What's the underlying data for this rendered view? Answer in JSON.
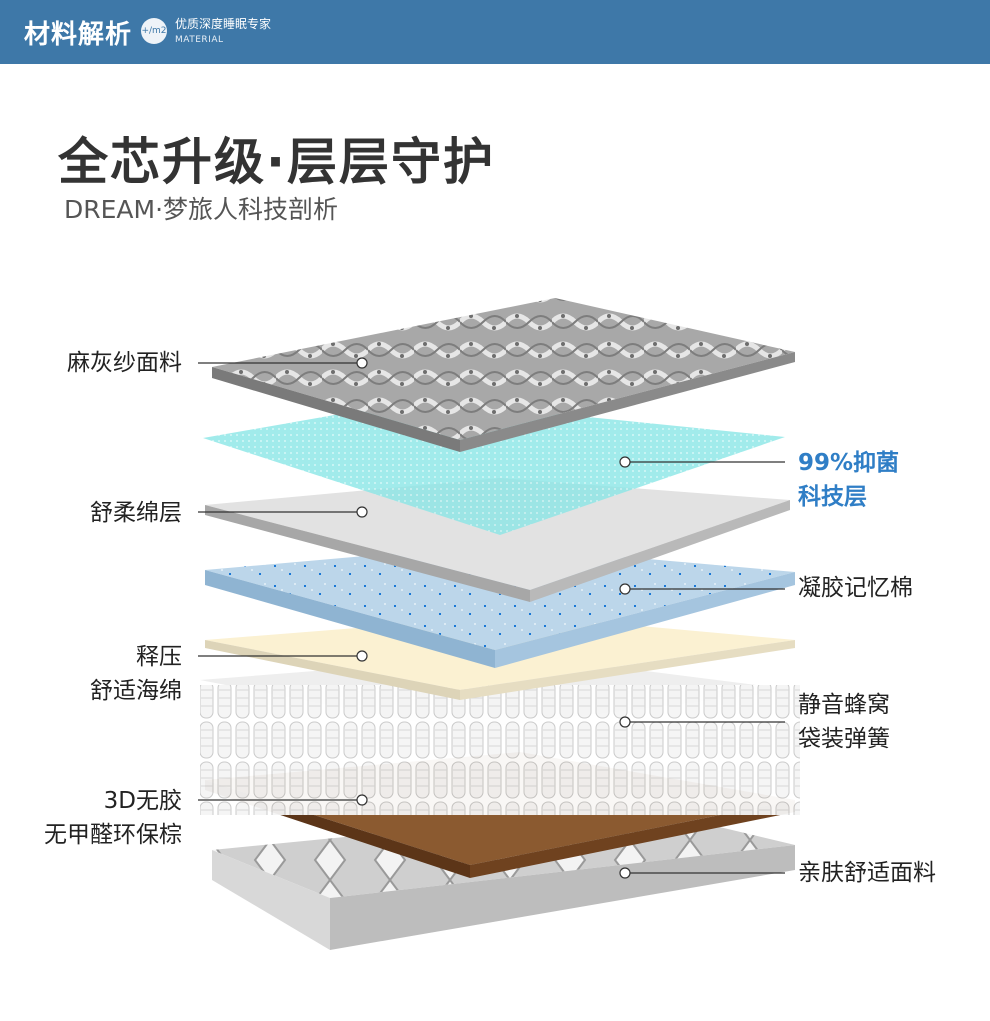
{
  "header": {
    "brand": "材料解析",
    "badge": "+/m2",
    "tagline": "优质深度睡眠专家",
    "tagline_en": "MATERIAL"
  },
  "headline": "全芯升级·层层守护",
  "subheadline": "DREAM·梦旅人科技剖析",
  "layers": [
    {
      "label_line1": "麻灰纱面料",
      "label_line2": ""
    },
    {
      "label_line1": "99%抑菌",
      "label_line2": "科技层"
    },
    {
      "label_line1": "舒柔绵层",
      "label_line2": ""
    },
    {
      "label_line1": "凝胶记忆棉",
      "label_line2": ""
    },
    {
      "label_line1": "释压",
      "label_line2": "舒适海绵"
    },
    {
      "label_line1": "静音蜂窝",
      "label_line2": "袋装弹簧"
    },
    {
      "label_line1": "3D无胶",
      "label_line2": "无甲醛环保棕"
    },
    {
      "label_line1": "亲肤舒适面料",
      "label_line2": ""
    }
  ],
  "colors": {
    "header_bar": "#3e78a8",
    "accent_text": "#2f7ec6",
    "top_fabric": "#a7a7a7",
    "antibacterial": "#7fe3e3",
    "comfort_cotton": "#dcdcdc",
    "gel_memory": "#b9d3e8",
    "relief_sponge": "#fbf1d2",
    "springs": "#f2f2f2",
    "palm": "#8b5a30",
    "bottom_fabric": "#c9c9c9"
  }
}
